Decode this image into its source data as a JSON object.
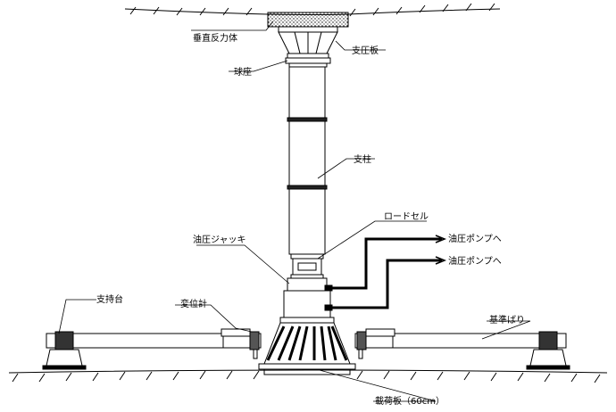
{
  "labels": {
    "vertical_reaction_body": "垂直反力体",
    "bearing_plate": "支圧板",
    "ball_seat": "球座",
    "column": "支柱",
    "load_cell": "ロードセル",
    "hydraulic_jack": "油圧ジャッキ",
    "to_hydraulic_pump": "油圧ポンプへ",
    "support_stand": "支持台",
    "displacement_gauge": "変位計",
    "reference_beam": "基準ばり",
    "loading_plate": "載荷板（60cm）"
  }
}
